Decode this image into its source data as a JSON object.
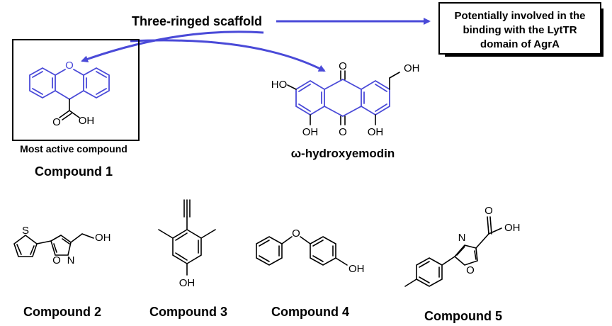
{
  "header": {
    "scaffold_label": "Three-ringed scaffold",
    "binding_note_line1": "Potentially involved in the",
    "binding_note_line2": "binding with the LytTR",
    "binding_note_line3": "domain of AgrA"
  },
  "compound1": {
    "tag": "Most active compound",
    "name": "Compound 1",
    "atoms": {
      "o_ring": "O",
      "o_acid": "O",
      "oh": "OH"
    }
  },
  "emodin": {
    "name": "ω-hydroxyemodin",
    "atoms": {
      "o_top": "O",
      "o_bottom": "O",
      "ho_left": "HO",
      "oh_ch2": "OH",
      "oh_bl": "OH",
      "oh_br": "OH"
    }
  },
  "compound2": {
    "name": "Compound 2",
    "atoms": {
      "s": "S",
      "o": "O",
      "n": "N",
      "oh": "OH"
    }
  },
  "compound3": {
    "name": "Compound 3",
    "atoms": {
      "oh": "OH"
    }
  },
  "compound4": {
    "name": "Compound 4",
    "atoms": {
      "o": "O",
      "oh": "OH"
    }
  },
  "compound5": {
    "name": "Compound 5",
    "atoms": {
      "n": "N",
      "o_ring": "O",
      "o_acid": "O",
      "oh": "OH"
    }
  },
  "colors": {
    "scaffold_blue": "#4a4ad8",
    "text": "#000000"
  }
}
